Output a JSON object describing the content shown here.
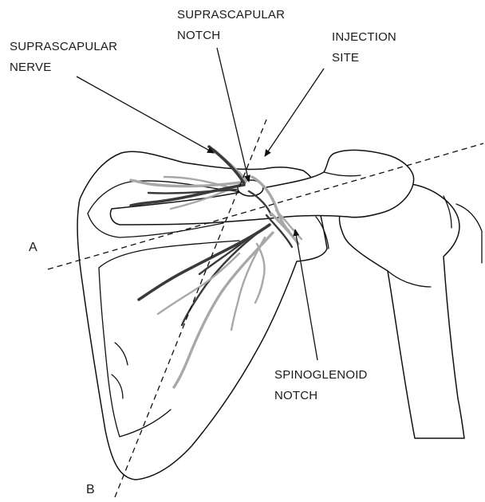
{
  "labels": {
    "suprascapular_nerve": [
      "SUPRASCAPULAR",
      "NERVE"
    ],
    "suprascapular_notch": [
      "SUPRASCAPULAR",
      "NOTCH"
    ],
    "injection_site": [
      "INJECTION",
      "SITE"
    ],
    "spinoglenoid_notch": [
      "SPINOGLENOID",
      "NOTCH"
    ],
    "line_a": "A",
    "line_b": "B"
  },
  "colors": {
    "outline": "#111111",
    "nerve_dark": "#3a3a3a",
    "nerve_light": "#a8a8a8"
  }
}
